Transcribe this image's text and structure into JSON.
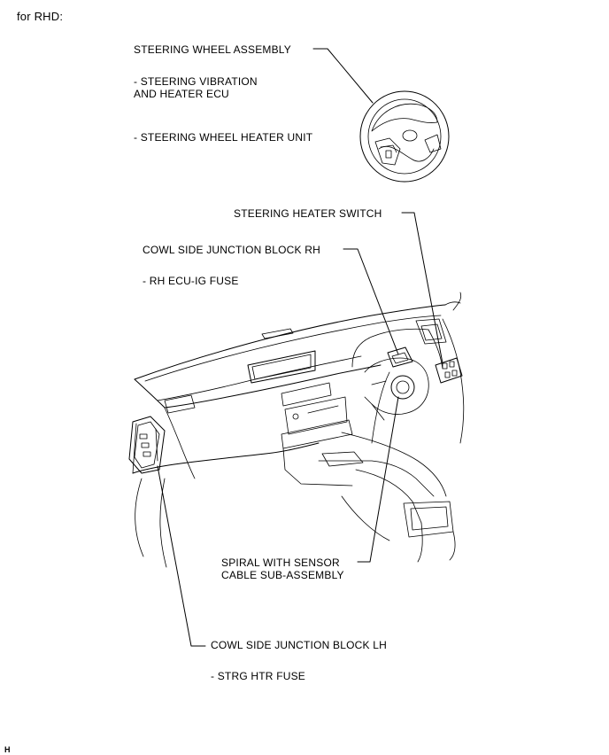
{
  "heading": "for RHD:",
  "labels": {
    "steering_wheel_assembly": "STEERING WHEEL ASSEMBLY",
    "vibration_heater_ecu": "- STEERING VIBRATION\nAND HEATER ECU",
    "wheel_heater_unit": "- STEERING WHEEL HEATER UNIT",
    "heater_switch": "STEERING HEATER SWITCH",
    "cowl_jb_rh": "COWL SIDE JUNCTION BLOCK RH",
    "rh_ecu_ig_fuse": "- RH ECU-IG FUSE",
    "spiral_cable": "SPIRAL WITH SENSOR\nCABLE SUB-ASSEMBLY",
    "cowl_jb_lh": "COWL SIDE JUNCTION BLOCK LH",
    "strg_htr_fuse": "- STRG HTR FUSE"
  },
  "figure_code": "H"
}
